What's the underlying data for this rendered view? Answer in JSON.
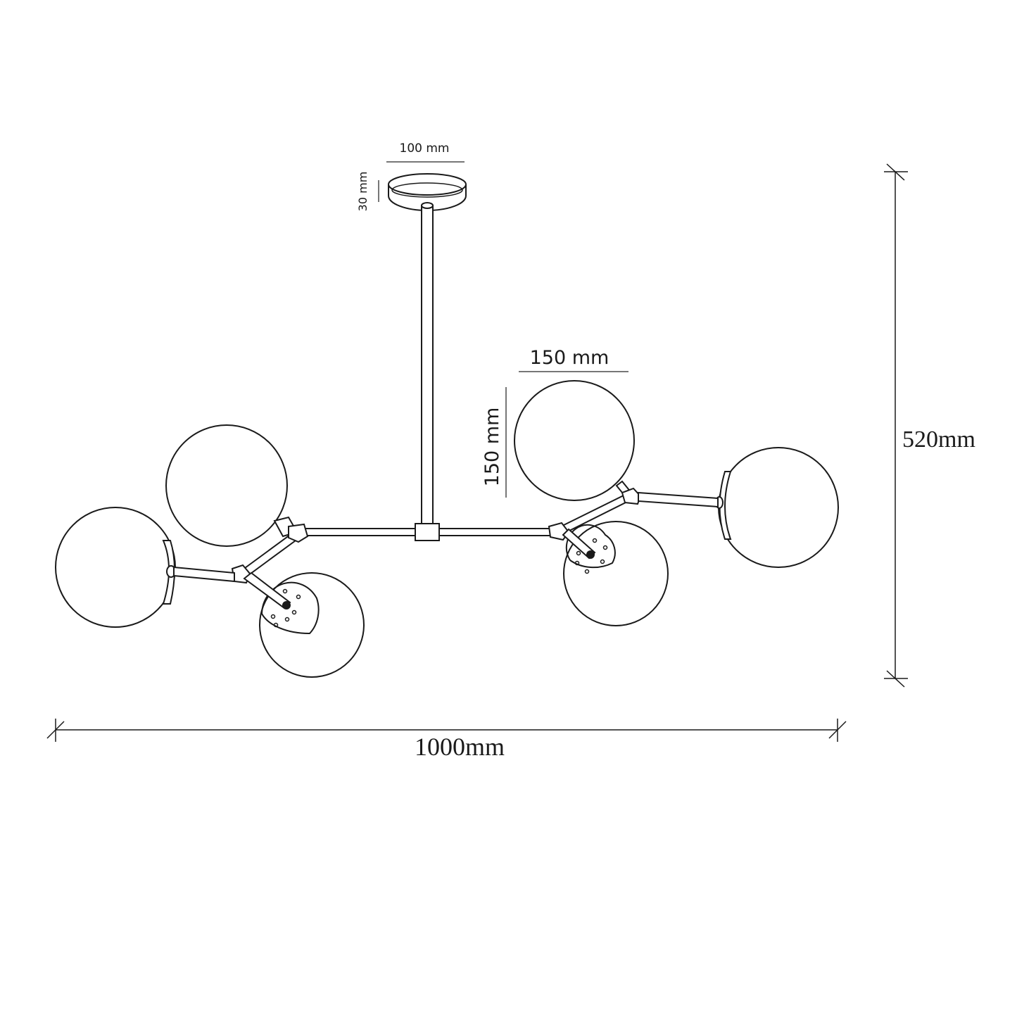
{
  "dimensions": {
    "canopy_width": "100 mm",
    "canopy_height": "30 mm",
    "globe_width": "150 mm",
    "globe_height": "150 mm",
    "total_height": "520mm",
    "total_width": "1000mm"
  },
  "colors": {
    "line": "#1a1a1a",
    "dimension_gray": "#777777",
    "background": "#ffffff"
  }
}
